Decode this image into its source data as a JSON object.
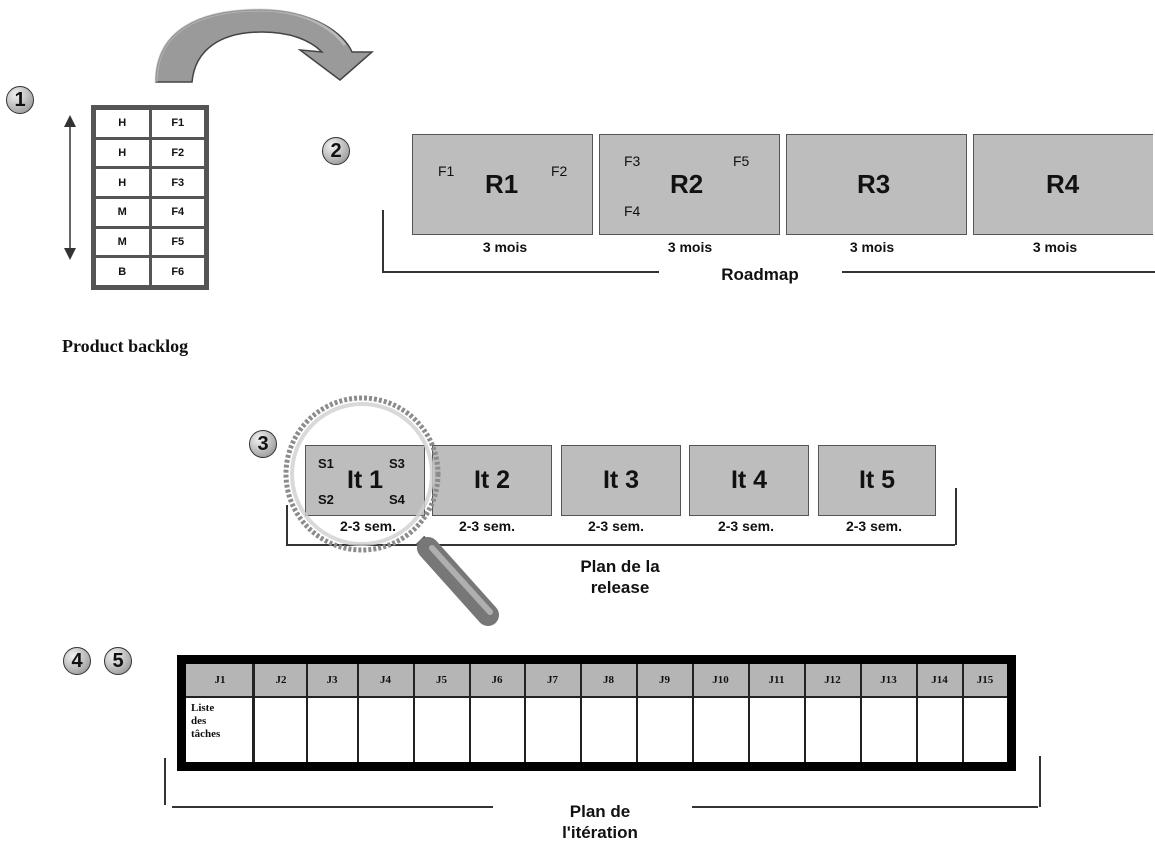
{
  "steps": [
    "1",
    "2",
    "3",
    "4",
    "5"
  ],
  "backlog": {
    "title": "Product backlog",
    "rows": [
      {
        "priority": "H",
        "feature": "F1"
      },
      {
        "priority": "H",
        "feature": "F2"
      },
      {
        "priority": "H",
        "feature": "F3"
      },
      {
        "priority": "M",
        "feature": "F4"
      },
      {
        "priority": "M",
        "feature": "F5"
      },
      {
        "priority": "B",
        "feature": "F6"
      }
    ]
  },
  "roadmap": {
    "label": "Roadmap",
    "releases": [
      {
        "name": "R1",
        "duration": "3 mois",
        "features": [
          "F1",
          "F2"
        ]
      },
      {
        "name": "R2",
        "duration": "3 mois",
        "features": [
          "F3",
          "F5",
          "F4"
        ]
      },
      {
        "name": "R3",
        "duration": "3 mois",
        "features": []
      },
      {
        "name": "R4",
        "duration": "3 mois",
        "features": []
      }
    ]
  },
  "release_plan": {
    "label_line1": "Plan de la",
    "label_line2": "release",
    "iterations": [
      {
        "name": "It 1",
        "duration": "2-3 sem.",
        "stories": [
          "S1",
          "S3",
          "S2",
          "S4"
        ]
      },
      {
        "name": "It 2",
        "duration": "2-3 sem."
      },
      {
        "name": "It 3",
        "duration": "2-3 sem."
      },
      {
        "name": "It 4",
        "duration": "2-3 sem."
      },
      {
        "name": "It 5",
        "duration": "2-3 sem."
      }
    ]
  },
  "iteration_plan": {
    "label_line1": "Plan de",
    "label_line2": "l'itération",
    "days": [
      "J1",
      "J2",
      "J3",
      "J4",
      "J5",
      "J6",
      "J7",
      "J8",
      "J9",
      "J10",
      "J11",
      "J12",
      "J13",
      "J14",
      "J15"
    ],
    "task_label_lines": [
      "Liste",
      "des",
      "tâches"
    ]
  },
  "icons": [
    "curved-arrow-icon",
    "double-arrow-icon",
    "magnifier-icon"
  ]
}
